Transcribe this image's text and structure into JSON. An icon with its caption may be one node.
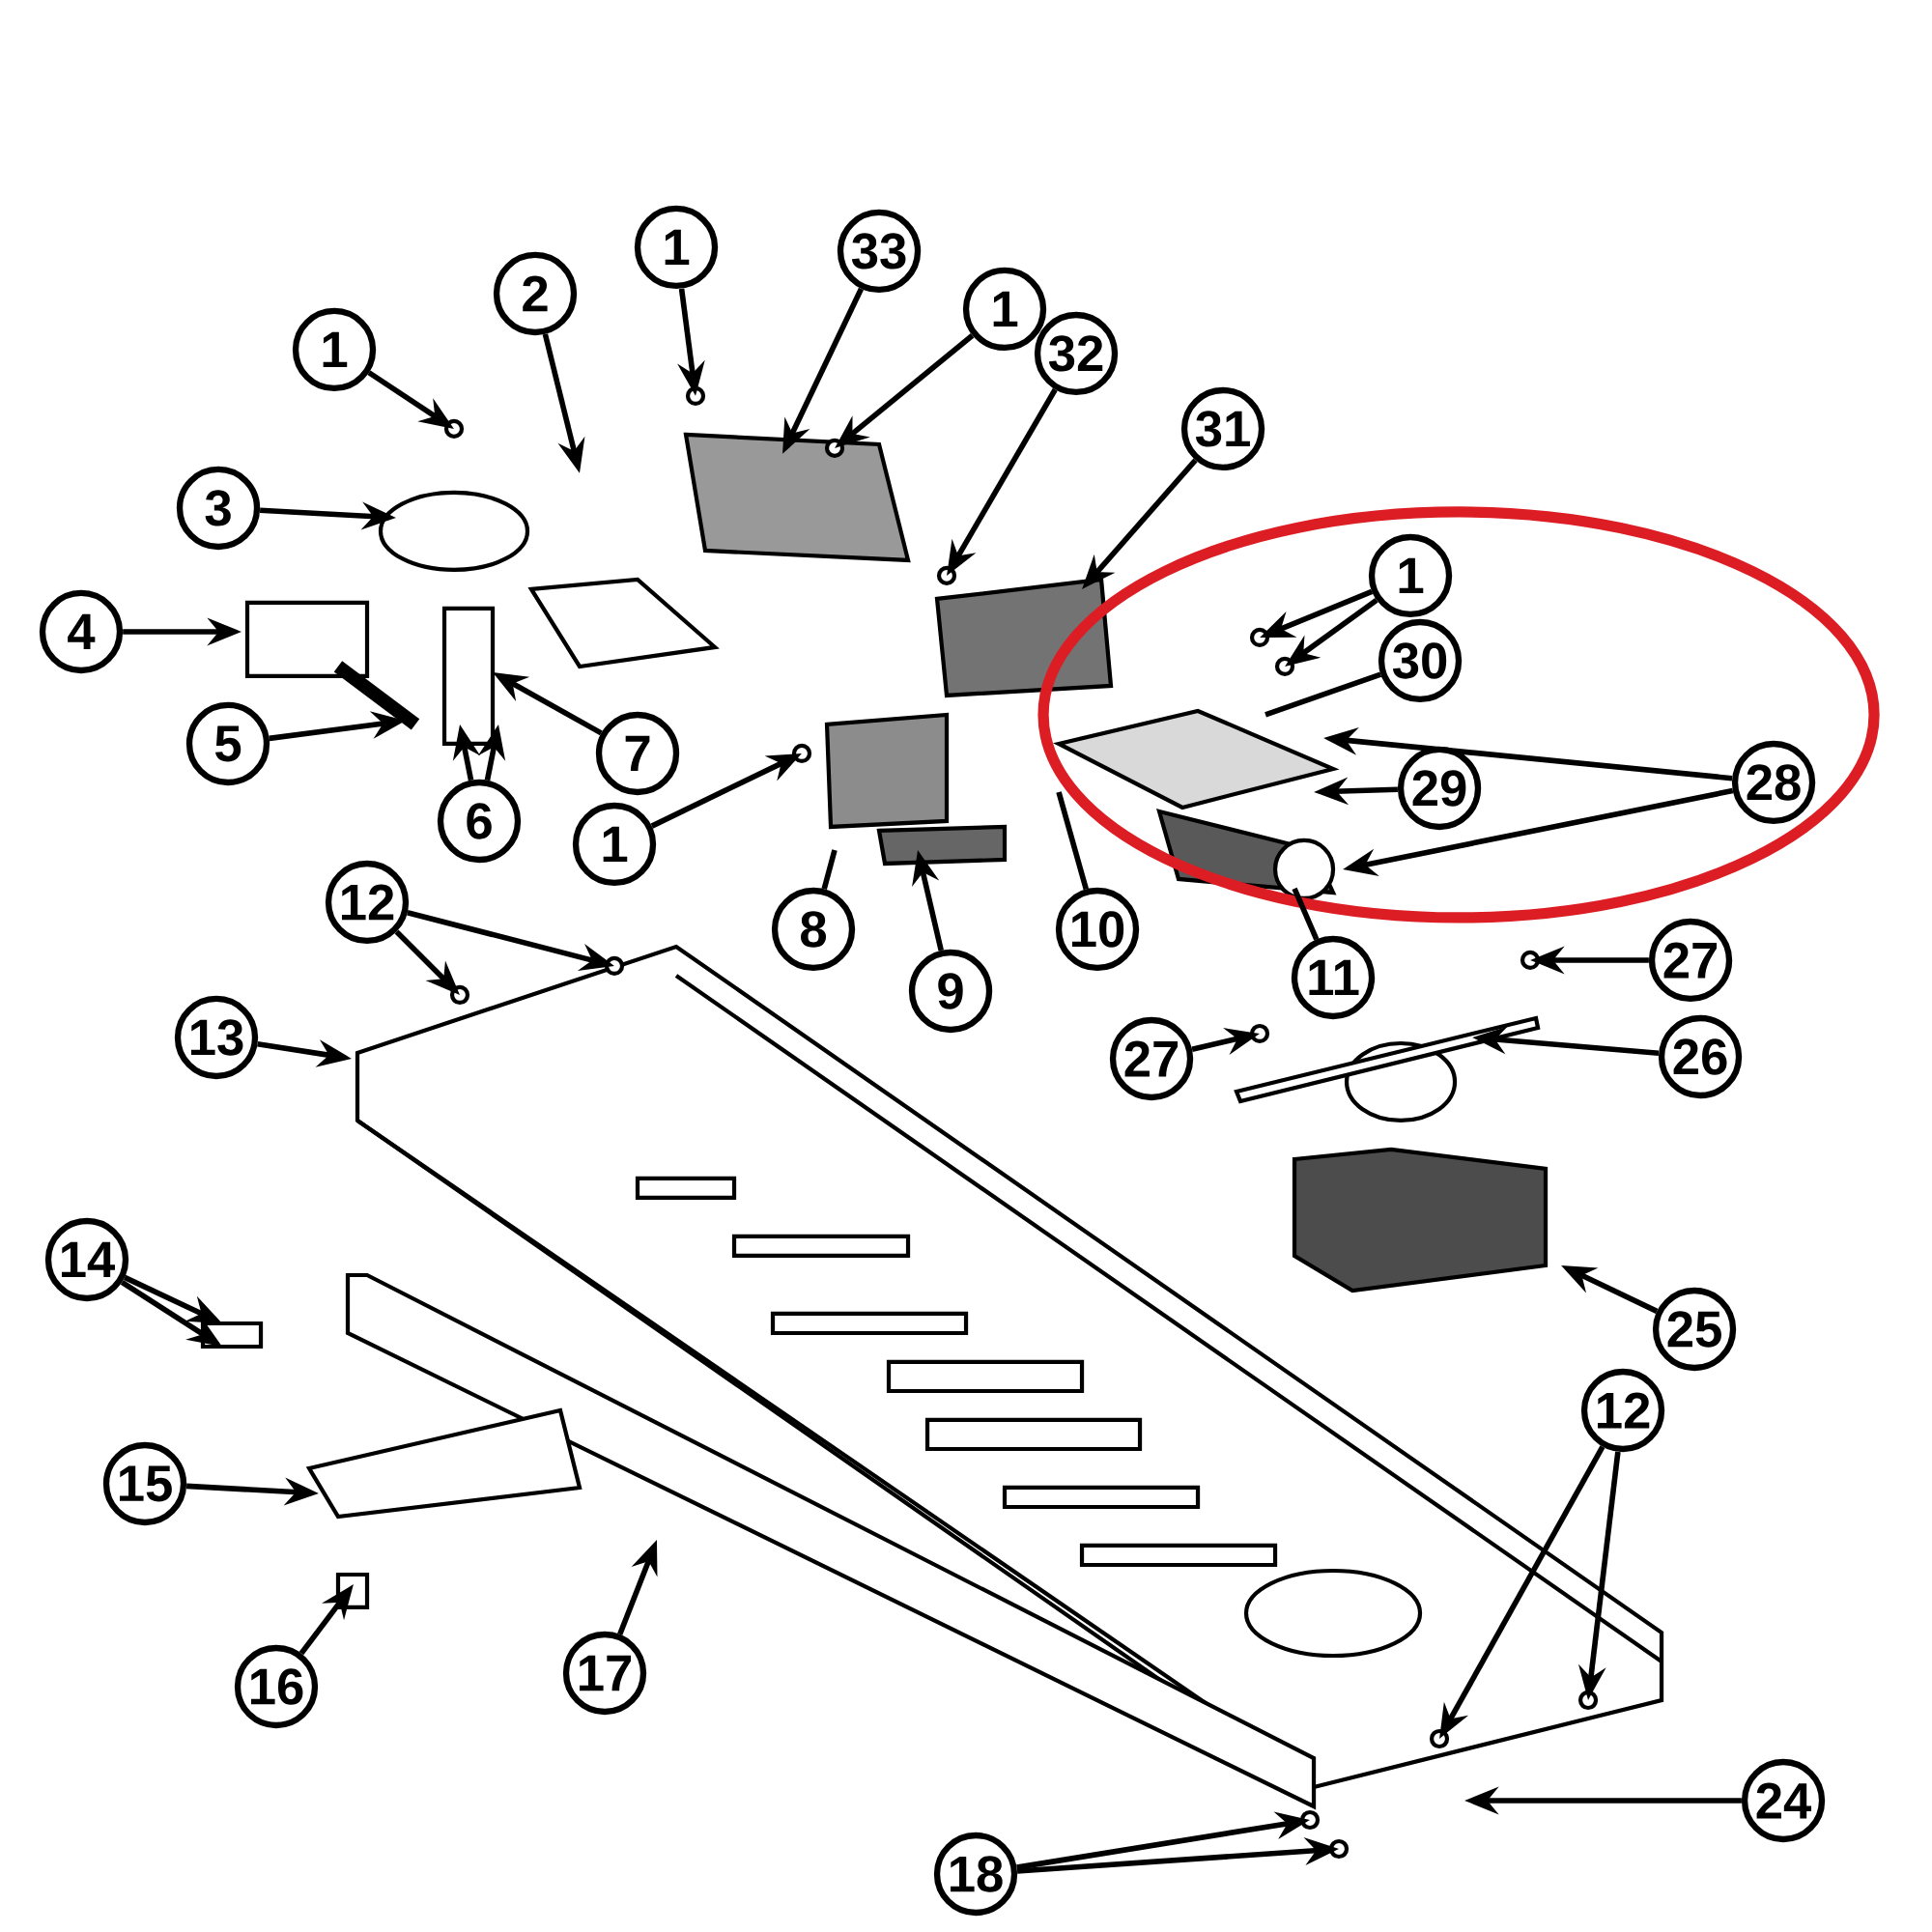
{
  "diagram": {
    "nodes": [
      {
        "text": [
          "1"
        ]
      },
      {
        "text": [
          "2"
        ]
      },
      {
        "text": [
          "1"
        ]
      },
      {
        "text": [
          "33"
        ]
      },
      {
        "text": [
          "1"
        ]
      },
      {
        "text": [
          "32"
        ]
      },
      {
        "text": [
          "31"
        ]
      },
      {
        "text": [
          "3"
        ]
      },
      {
        "text": [
          "4"
        ]
      },
      {
        "text": [
          "1"
        ]
      },
      {
        "text": [
          "30"
        ]
      },
      {
        "text": [
          "5"
        ]
      },
      {
        "text": [
          "7"
        ]
      },
      {
        "text": [
          "6"
        ]
      },
      {
        "text": [
          "1"
        ]
      },
      {
        "text": [
          "29"
        ]
      },
      {
        "text": [
          "28"
        ]
      },
      {
        "text": [
          "8"
        ]
      },
      {
        "text": [
          "9"
        ]
      },
      {
        "text": [
          "10"
        ]
      },
      {
        "text": [
          "11"
        ]
      },
      {
        "text": [
          "12"
        ]
      },
      {
        "text": [
          "27"
        ]
      },
      {
        "text": [
          "13"
        ]
      },
      {
        "text": [
          "27"
        ]
      },
      {
        "text": [
          "26"
        ]
      },
      {
        "text": [
          "14"
        ]
      },
      {
        "text": [
          "25"
        ]
      },
      {
        "text": [
          "15"
        ]
      },
      {
        "text": [
          "12"
        ]
      },
      {
        "text": [
          "16"
        ]
      },
      {
        "text": [
          "17"
        ]
      },
      {
        "text": [
          "24"
        ]
      },
      {
        "text": [
          "18"
        ]
      }
    ],
    "edges": [
      {
        "from": 0,
        "to": null,
        "arrow": "to"
      },
      {
        "from": 1,
        "to": null,
        "arrow": "to"
      },
      {
        "from": 2,
        "to": null,
        "arrow": "to"
      },
      {
        "from": 3,
        "to": null,
        "arrow": "to"
      },
      {
        "from": 4,
        "to": null,
        "arrow": "to"
      },
      {
        "from": 5,
        "to": null,
        "arrow": "to"
      },
      {
        "from": 6,
        "to": null,
        "arrow": "to"
      },
      {
        "from": 7,
        "to": null,
        "arrow": "to"
      },
      {
        "from": 8,
        "to": null,
        "arrow": "to"
      },
      {
        "from": 9,
        "to": null,
        "arrow": "to"
      },
      {
        "from": 9,
        "to": null,
        "arrow": "to"
      },
      {
        "from": 10,
        "to": null,
        "arrow": "none"
      },
      {
        "from": 11,
        "to": null,
        "arrow": "to"
      },
      {
        "from": 12,
        "to": null,
        "arrow": "to"
      },
      {
        "from": 13,
        "to": null,
        "arrow": "to"
      },
      {
        "from": 13,
        "to": null,
        "arrow": "to"
      },
      {
        "from": 14,
        "to": null,
        "arrow": "to"
      },
      {
        "from": 15,
        "to": null,
        "arrow": "to"
      },
      {
        "from": 16,
        "to": null,
        "arrow": "to"
      },
      {
        "from": 16,
        "to": null,
        "arrow": "to"
      },
      {
        "from": 17,
        "to": null,
        "arrow": "none"
      },
      {
        "from": 18,
        "to": null,
        "arrow": "to"
      },
      {
        "from": 19,
        "to": null,
        "arrow": "none"
      },
      {
        "from": 20,
        "to": null,
        "arrow": "none"
      },
      {
        "from": 21,
        "to": null,
        "arrow": "to"
      },
      {
        "from": 21,
        "to": null,
        "arrow": "to"
      },
      {
        "from": 22,
        "to": null,
        "arrow": "to"
      },
      {
        "from": 23,
        "to": null,
        "arrow": "to"
      },
      {
        "from": 24,
        "to": null,
        "arrow": "to"
      },
      {
        "from": 25,
        "to": null,
        "arrow": "to"
      },
      {
        "from": 26,
        "to": null,
        "arrow": "to"
      },
      {
        "from": 26,
        "to": null,
        "arrow": "to"
      },
      {
        "from": 27,
        "to": null,
        "arrow": "to"
      },
      {
        "from": 28,
        "to": null,
        "arrow": "to"
      },
      {
        "from": 29,
        "to": null,
        "arrow": "to"
      },
      {
        "from": 29,
        "to": null,
        "arrow": "to"
      },
      {
        "from": 30,
        "to": null,
        "arrow": "to"
      },
      {
        "from": 31,
        "to": null,
        "arrow": "to"
      },
      {
        "from": 32,
        "to": null,
        "arrow": "to"
      },
      {
        "from": 33,
        "to": null,
        "arrow": "to"
      },
      {
        "from": 33,
        "to": null,
        "arrow": "to"
      }
    ]
  }
}
